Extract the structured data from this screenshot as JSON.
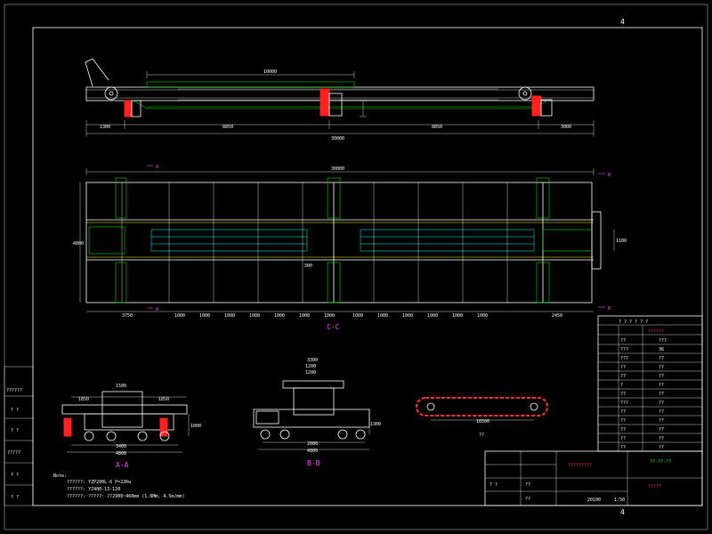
{
  "sheet": {
    "zone_number": "4",
    "left_side_labels": [
      "??????",
      "? ?",
      "? ?",
      "?????",
      "? ?",
      "? ?"
    ]
  },
  "side_view": {
    "dim_top": "10000",
    "dim_bottom": [
      "1300",
      "8850",
      "8850",
      "3000"
    ],
    "dim_total": "30000"
  },
  "plan_view": {
    "dim_total": "30000",
    "section_marks": [
      "A",
      "A",
      "B",
      "B"
    ],
    "dim_height": "4800",
    "dim_right": "1100",
    "dim_small": "300",
    "dim_bottom": [
      "3750",
      "1000",
      "1000",
      "1000",
      "1000",
      "1000",
      "1000",
      "1000",
      "1000",
      "1000",
      "1000",
      "1000",
      "1000",
      "1000",
      "2450"
    ],
    "view_label": "C-C"
  },
  "section_a": {
    "dims_top": [
      "1500",
      "1850",
      "1850"
    ],
    "dim_right": "1000",
    "dim_bottom": [
      "3400",
      "4800"
    ],
    "label": "A-A"
  },
  "section_b": {
    "dims_top": [
      "3300",
      "1200",
      "1200"
    ],
    "dim_right": "1300",
    "dim_bottom": [
      "2000",
      "4800"
    ],
    "label": "B-B"
  },
  "track_view": {
    "dim": "16500",
    "label": "??"
  },
  "notes": {
    "title": "Note:",
    "lines": [
      "??????: YZP200L-6 P=22Kw",
      "??????: YZ480-13-120",
      "??????: ?????: ??2900~460mm (1.6Mm, 4.5m/mm)"
    ]
  },
  "spec_table": {
    "header": "? ? ? ? ? ?",
    "subheader": "??????",
    "rows": [
      [
        "",
        "??",
        "???"
      ],
      [
        "",
        "???",
        "36"
      ],
      [
        "",
        "???",
        "??"
      ],
      [
        "",
        "??",
        "??"
      ],
      [
        "",
        "??",
        "??"
      ],
      [
        "",
        "?",
        "??"
      ],
      [
        "",
        "??",
        "??"
      ],
      [
        "",
        "???",
        "??"
      ],
      [
        "",
        "??",
        "??"
      ],
      [
        "",
        "??",
        "??"
      ],
      [
        "",
        "??",
        "??"
      ],
      [
        "",
        "??",
        "??"
      ],
      [
        "",
        "??",
        "??"
      ]
    ]
  },
  "title_block": {
    "company": "?????????",
    "drawing_no": "??-??-??",
    "title": "?????",
    "scale": "1:50",
    "weight": "20100",
    "sheet_marks": [
      "? ?",
      "??",
      "??"
    ]
  }
}
